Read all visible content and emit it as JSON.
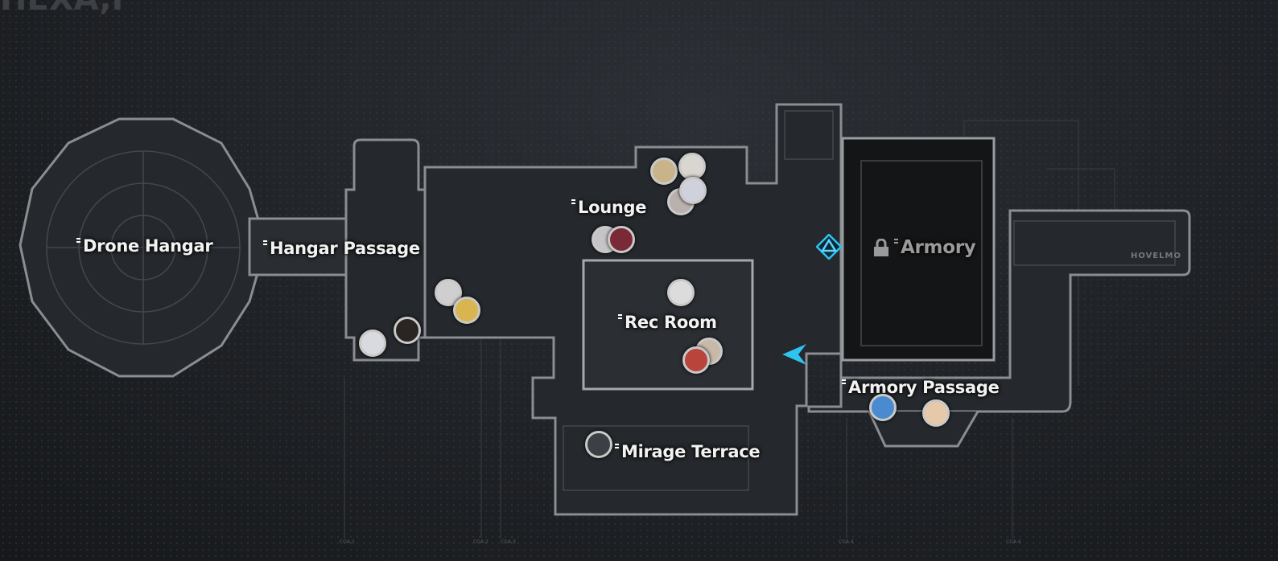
{
  "header": {
    "title_fragment": "HEXA,I"
  },
  "rooms": [
    {
      "name": "Drone Hangar",
      "locked": false
    },
    {
      "name": "Hangar Passage",
      "locked": false
    },
    {
      "name": "Lounge",
      "locked": false
    },
    {
      "name": "Rec Room",
      "locked": false
    },
    {
      "name": "Armory",
      "locked": true
    },
    {
      "name": "Armory Passage",
      "locked": false
    },
    {
      "name": "Mirage Terrace",
      "locked": false
    }
  ],
  "watermark": "HOVELMO",
  "grid_ticks": [
    "CGA-1",
    "CGA-2",
    "CGA-3",
    "CGA-4",
    "CGA-6"
  ],
  "colors": {
    "accent": "#2fc3ef",
    "outline": "#8a8d91",
    "text": "#f2f2f2"
  },
  "icons": {
    "waypoint": "waypoint-diamond-icon",
    "player": "player-arrow-icon",
    "lock": "lock-icon"
  }
}
